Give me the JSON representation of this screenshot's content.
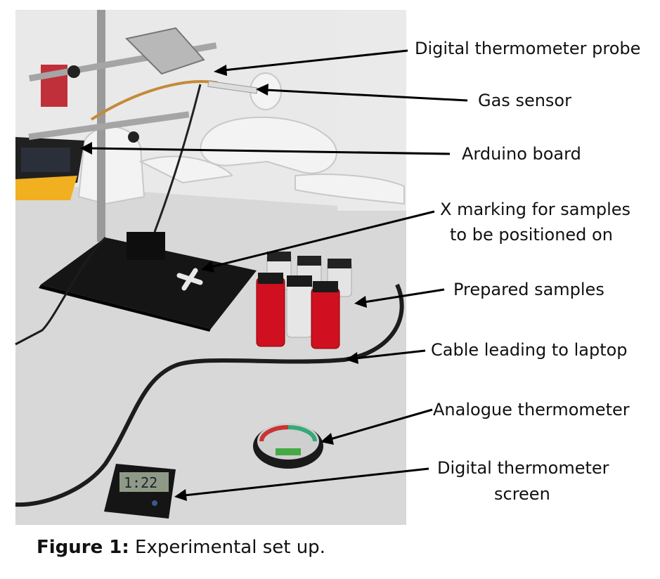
{
  "figure": {
    "caption_prefix": "Figure 1:",
    "caption_text": " Experimental set up."
  },
  "labels": {
    "probe": "Digital thermometer probe",
    "gas_sensor": "Gas sensor",
    "arduino": "Arduino board",
    "x_marking_line1": "X marking for samples",
    "x_marking_line2": "to be positioned on",
    "samples": "Prepared samples",
    "cable": "Cable leading to laptop",
    "analogue": "Analogue thermometer",
    "digital_screen_line1": "Digital thermometer",
    "digital_screen_line2": "screen"
  },
  "colors": {
    "tabletop": "#d9d9d9",
    "wall": "#e8e8e8",
    "stand_base": "#1a1a1a",
    "sample_liquid": "#d01020",
    "arduino_board": "#f0b020"
  },
  "icons": {
    "thermometer_display": "lcd-display-icon",
    "analogue_gauge": "gauge-icon"
  }
}
